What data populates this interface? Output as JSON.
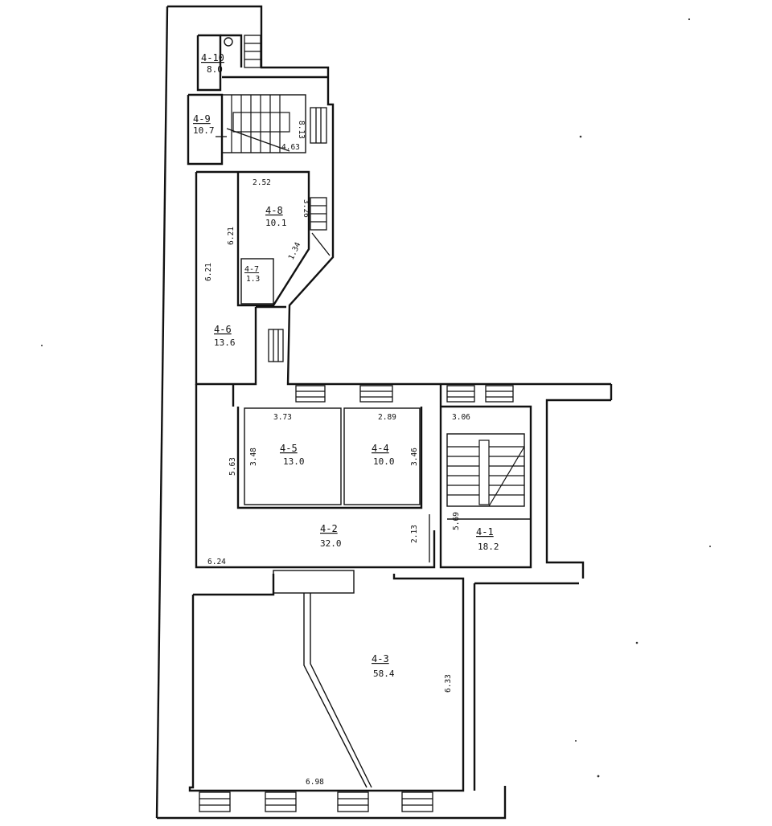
{
  "rooms": {
    "r4_10": {
      "number": "4-10",
      "area": "8.0"
    },
    "r4_9": {
      "number": "4-9",
      "area": "10.7"
    },
    "r4_8": {
      "number": "4-8",
      "area": "10.1"
    },
    "r4_7": {
      "number": "4-7",
      "area": "1.3"
    },
    "r4_6": {
      "number": "4-6",
      "area": "13.6"
    },
    "r4_5": {
      "number": "4-5",
      "area": "13.0"
    },
    "r4_4": {
      "number": "4-4",
      "area": "10.0"
    },
    "r4_2": {
      "number": "4-2",
      "area": "32.0"
    },
    "r4_1": {
      "number": "4-1",
      "area": "18.2"
    },
    "r4_3": {
      "number": "4-3",
      "area": "58.4"
    }
  },
  "dimensions": {
    "d_8_13": "8.13",
    "d_4_63": "4.63",
    "d_2_52": "2.52",
    "d_3_26": "3.26",
    "d_6_21_a": "6.21",
    "d_6_21_b": "6.21",
    "d_1_34": "1.34",
    "d_3_73": "3.73",
    "d_2_89": "2.89",
    "d_3_06": "3.06",
    "d_5_63": "5.63",
    "d_3_48": "3.48",
    "d_3_46": "3.46",
    "d_5_69": "5.69",
    "d_2_13": "2.13",
    "d_6_24": "6.24",
    "d_6_33": "6.33",
    "d_6_98": "6.98"
  }
}
